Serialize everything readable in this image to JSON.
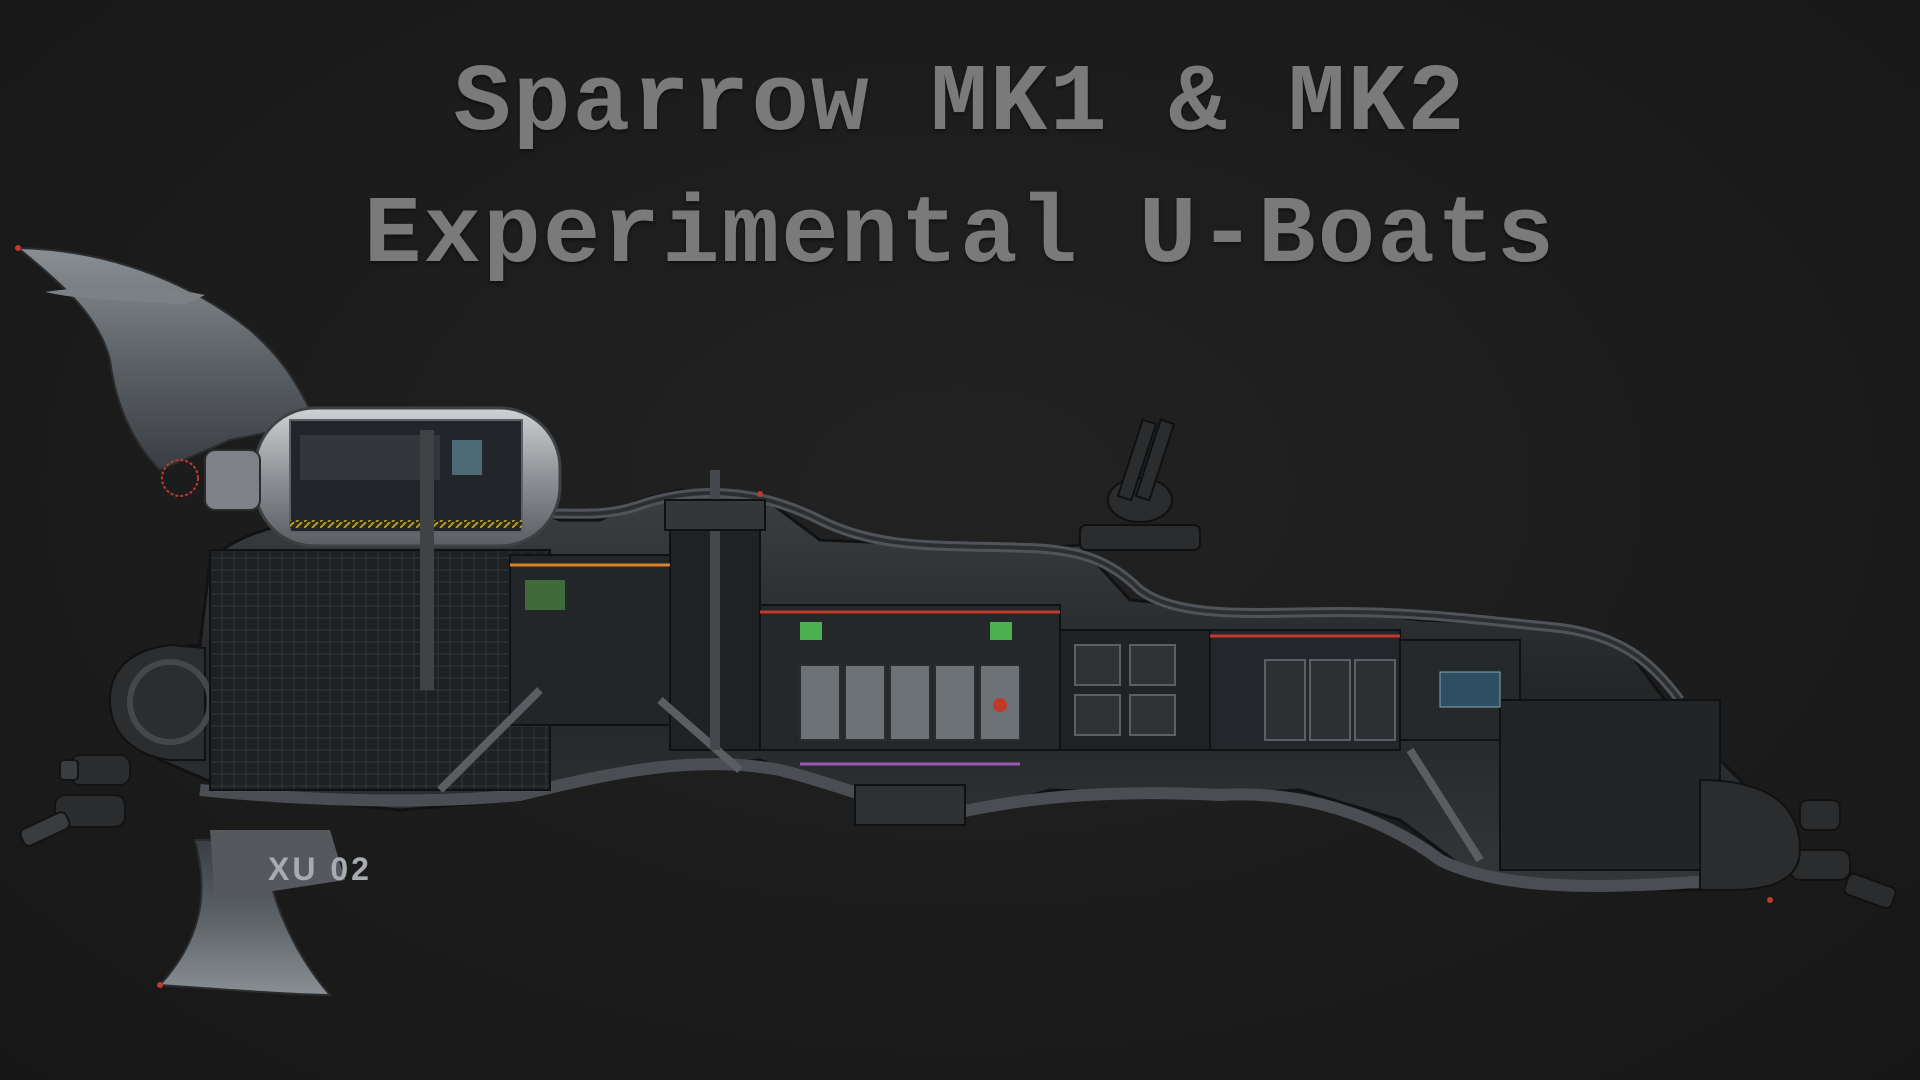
{
  "title": {
    "line1": "Sparrow MK1 & MK2",
    "line2": "Experimental U-Boats"
  },
  "submarine": {
    "hull_code": "XU 02"
  },
  "colors": {
    "background": "#1b1b1b",
    "title_text": "#7a7a7a",
    "hull_dark": "#2a2c2e",
    "hull_mid": "#4a4e52",
    "fin_grey": "#6f7478",
    "accent_red": "#c0392b",
    "accent_orange": "#d9822b",
    "screen_green": "#4caf50"
  }
}
